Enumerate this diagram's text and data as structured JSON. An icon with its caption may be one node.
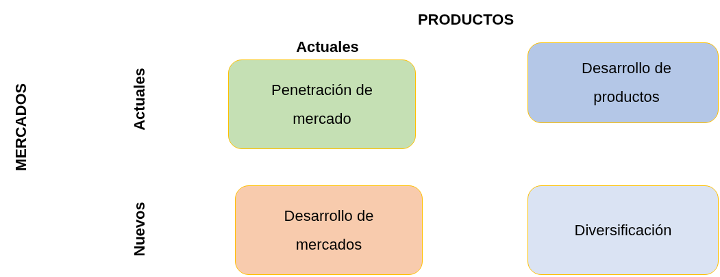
{
  "diagram": {
    "nodes": [
      {
        "text": [
          "Penetración de mercado"
        ]
      },
      {
        "text": [
          "Desarrollo de productos"
        ]
      },
      {
        "text": [
          "Desarrollo de mercados"
        ]
      },
      {
        "text": [
          "Diversificación"
        ]
      }
    ],
    "labels": [
      "PRODUCTOS",
      "Actuales",
      "MERCADOS",
      "Actuales",
      "Nuevos"
    ]
  }
}
